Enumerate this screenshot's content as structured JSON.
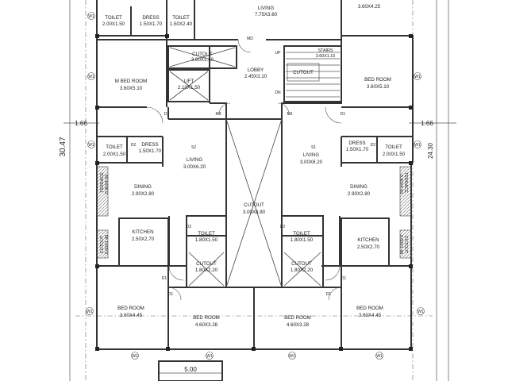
{
  "dimensions": {
    "overall_height": "30.47",
    "left_offset": "1.66",
    "right_offset": "1.66",
    "right_height": "24.30",
    "bottom_width": "5.00"
  },
  "rooms": {
    "toilet_top_left": {
      "name": "TOILET",
      "size": "2.00X1.50"
    },
    "dress_top_left": {
      "name": "DRESS",
      "size": "1.50X1.70"
    },
    "toilet_top_mid": {
      "name": "TOILET",
      "size": "1.50X2.40"
    },
    "living_top": {
      "name": "LIVING",
      "size": "7.75X3.60"
    },
    "room_top_right": {
      "name": "",
      "size": "3.60X4.25"
    },
    "cutout_small": {
      "name": "CUTOUT",
      "size": "3.60X1.40"
    },
    "mbed_room": {
      "name": "M BED ROOM",
      "size": "3.60X5.10"
    },
    "lift": {
      "name": "LIFT",
      "size": "2.10X1.50"
    },
    "lobby": {
      "name": "LOBBY",
      "size": "2.45X3.10"
    },
    "stairs": {
      "name": "STAIRS",
      "size": "3.60X1.10"
    },
    "cutout_stair": {
      "name": "CUTOUT",
      "size": ""
    },
    "bed_room_right": {
      "name": "BED ROOM",
      "size": "3.60X5.10"
    },
    "toilet_left": {
      "name": "TOILET",
      "size": "2.00X1.50"
    },
    "dress_left": {
      "name": "DRESS",
      "size": "1.50X1.70"
    },
    "living_left": {
      "name": "LIVING",
      "size": "3.00X6.20"
    },
    "living_right": {
      "name": "LIVING",
      "size": "3.00X6.20"
    },
    "dress_right": {
      "name": "DRESS",
      "size": "1.50X1.70"
    },
    "toilet_right": {
      "name": "TOILET",
      "size": "2.00X1.50"
    },
    "dining_left": {
      "name": "DINING",
      "size": "2.90X2.80"
    },
    "dining_right": {
      "name": "DINING",
      "size": "2.90X2.80"
    },
    "cutout_center": {
      "name": "CUTOUT",
      "size": "3.00X8.80"
    },
    "terrace_left": {
      "name": "TERRACE",
      "size": "0.90X4.50"
    },
    "terrace_right": {
      "name": "TERRACE",
      "size": "0.90X4.50"
    },
    "kitchen_left": {
      "name": "KITCHEN",
      "size": "2.50X2.70"
    },
    "kitchen_right": {
      "name": "KITCHEN",
      "size": "2.50X2.70"
    },
    "toilet_center_left": {
      "name": "TOILET",
      "size": "1.80X1.50"
    },
    "toilet_center_right": {
      "name": "TOILET",
      "size": "1.80X1.50"
    },
    "cutout_left_small": {
      "name": "CUTOUT",
      "size": "1.80X2.20"
    },
    "cutout_right_small": {
      "name": "CUTOUT",
      "size": "1.80X2.20"
    },
    "cutout_edge_left": {
      "name": "CUTOUT",
      "size": "0.60X1.40"
    },
    "cutout_edge_right": {
      "name": "CUTOUT",
      "size": "0.60X1.40"
    },
    "bed_room_bl": {
      "name": "BED ROOM",
      "size": "3.60X4.45"
    },
    "bed_room_bml": {
      "name": "BED ROOM",
      "size": "4.60X3.28"
    },
    "bed_room_bmr": {
      "name": "BED ROOM",
      "size": "4.60X3.28"
    },
    "bed_room_br": {
      "name": "BED ROOM",
      "size": "3.60X4.45"
    }
  },
  "markers": {
    "w1": "W1",
    "d1": "D1",
    "d2": "D2",
    "m3": "M3",
    "md": "MD",
    "up": "UP",
    "dn": "DN",
    "s2": "S2",
    "s1": "S1"
  }
}
